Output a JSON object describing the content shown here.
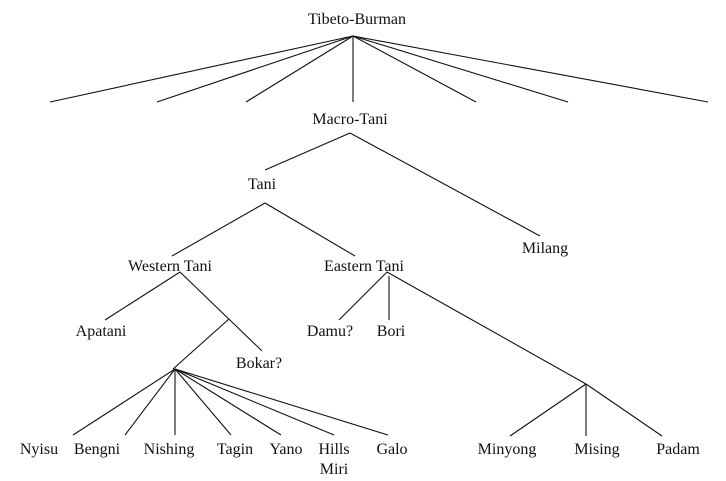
{
  "diagram": {
    "nodes": {
      "tibeto_burman": "Tibeto-Burman",
      "macro_tani": "Macro-Tani",
      "tani": "Tani",
      "milang": "Milang",
      "western_tani": "Western Tani",
      "eastern_tani": "Eastern Tani",
      "apatani": "Apatani",
      "bokar": "Bokar?",
      "damu": "Damu?",
      "bori": "Bori",
      "nyisu": "Nyisu",
      "bengni": "Bengni",
      "nishing": "Nishing",
      "tagin": "Tagin",
      "yano": "Yano",
      "hills_miri_line1": "Hills",
      "hills_miri_line2": "Miri",
      "galo": "Galo",
      "minyong": "Minyong",
      "mising": "Mising",
      "padam": "Padam"
    },
    "colors": {
      "ink": "#111111",
      "background": "#ffffff"
    }
  }
}
